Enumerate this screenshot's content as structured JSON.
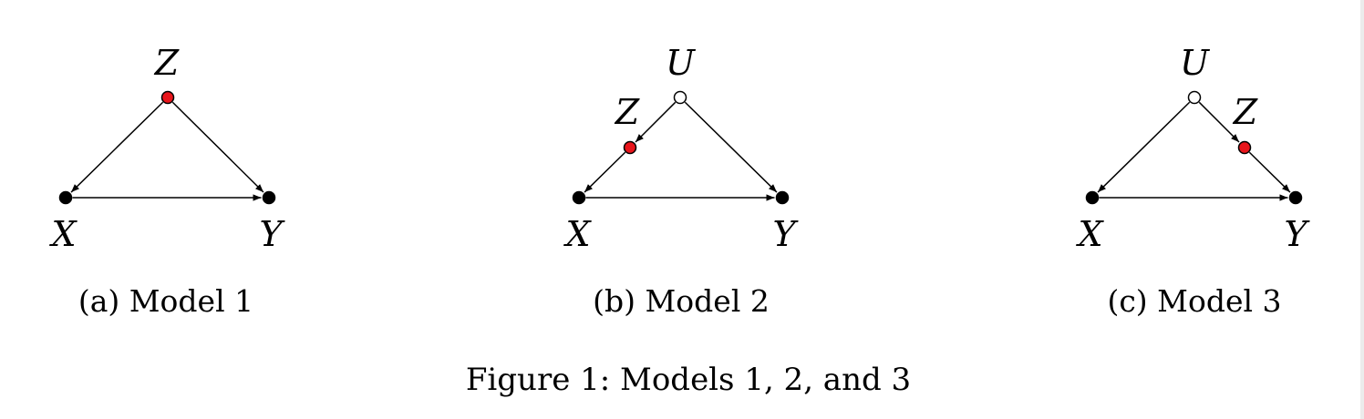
{
  "colors": {
    "observed": "#000000",
    "selected": "#e8151b",
    "latent": "#ffffff",
    "edge": "#000000"
  },
  "figure_caption": "Figure 1: Models 1, 2, and 3",
  "panels": [
    {
      "caption": "(a) Model 1",
      "nodes": [
        {
          "id": "Z",
          "label": "Z",
          "kind": "selected"
        },
        {
          "id": "X",
          "label": "X",
          "kind": "observed"
        },
        {
          "id": "Y",
          "label": "Y",
          "kind": "observed"
        }
      ],
      "edges": [
        {
          "from": "Z",
          "to": "X"
        },
        {
          "from": "Z",
          "to": "Y"
        },
        {
          "from": "X",
          "to": "Y"
        }
      ]
    },
    {
      "caption": "(b) Model 2",
      "nodes": [
        {
          "id": "U",
          "label": "U",
          "kind": "latent"
        },
        {
          "id": "Z",
          "label": "Z",
          "kind": "selected"
        },
        {
          "id": "X",
          "label": "X",
          "kind": "observed"
        },
        {
          "id": "Y",
          "label": "Y",
          "kind": "observed"
        }
      ],
      "edges": [
        {
          "from": "U",
          "to": "Z"
        },
        {
          "from": "Z",
          "to": "X"
        },
        {
          "from": "U",
          "to": "Y"
        },
        {
          "from": "X",
          "to": "Y"
        }
      ]
    },
    {
      "caption": "(c) Model 3",
      "nodes": [
        {
          "id": "U",
          "label": "U",
          "kind": "latent"
        },
        {
          "id": "Z",
          "label": "Z",
          "kind": "selected"
        },
        {
          "id": "X",
          "label": "X",
          "kind": "observed"
        },
        {
          "id": "Y",
          "label": "Y",
          "kind": "observed"
        }
      ],
      "edges": [
        {
          "from": "U",
          "to": "X"
        },
        {
          "from": "U",
          "to": "Z"
        },
        {
          "from": "Z",
          "to": "Y"
        },
        {
          "from": "X",
          "to": "Y"
        }
      ]
    }
  ]
}
